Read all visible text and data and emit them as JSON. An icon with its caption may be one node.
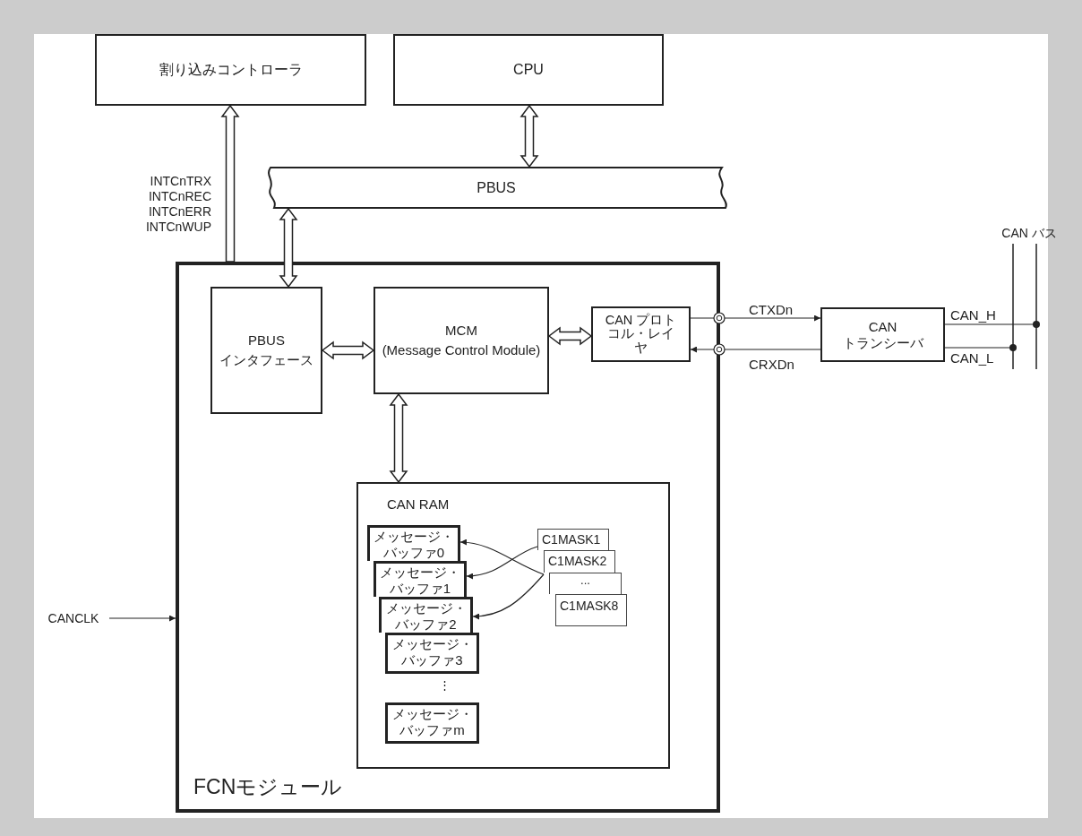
{
  "diagram": {
    "nodes": [
      {
        "text": [
          "割り込みコントローラ"
        ]
      },
      {
        "text": [
          "CPU"
        ]
      },
      {
        "text": [
          "PBUS"
        ]
      },
      {
        "text": [
          "FCNモジュール"
        ]
      },
      {
        "text": [
          "PBUS インタフェース"
        ],
        "in": 3
      },
      {
        "text": [
          "MCM",
          "(Message Control Module)"
        ],
        "in": 3
      },
      {
        "text": [
          "CAN プロトコル・レイヤ"
        ],
        "in": 3
      },
      {
        "text": [
          "CAN トランシーバ"
        ]
      },
      {
        "text": [
          "CAN RAM"
        ],
        "in": 3
      },
      {
        "text": [
          "メッセージ・バッファ0"
        ],
        "in": 8
      },
      {
        "text": [
          "メッセージ・バッファ1"
        ],
        "in": 8
      },
      {
        "text": [
          "メッセージ・バッファ2"
        ],
        "in": 8
      },
      {
        "text": [
          "メッセージ・バッファ3"
        ],
        "in": 8
      },
      {
        "text": [
          "メッセージ・バッファm"
        ],
        "in": 8
      },
      {
        "text": [
          "C1MASK1"
        ],
        "in": 8
      },
      {
        "text": [
          "C1MASK2"
        ],
        "in": 8
      },
      {
        "text": [
          "..."
        ],
        "in": 8
      },
      {
        "text": [
          "C1MASK8"
        ],
        "in": 8
      },
      {
        "text": [
          "CANCLK"
        ]
      },
      {
        "text": [
          "CAN バス"
        ]
      }
    ],
    "edges": [
      {
        "from": 3,
        "to": 0,
        "arrow": "to",
        "style": "thick"
      },
      {
        "from": 1,
        "to": 2,
        "arrow": "both",
        "style": "thick"
      },
      {
        "from": 2,
        "to": 4,
        "arrow": "both",
        "style": "thick"
      },
      {
        "from": 4,
        "to": 5,
        "arrow": "both",
        "style": "thick"
      },
      {
        "from": 5,
        "to": 6,
        "arrow": "both",
        "style": "thick"
      },
      {
        "from": 5,
        "to": 8,
        "arrow": "both",
        "style": "thick"
      },
      {
        "from": 6,
        "to": 7,
        "arrow": "to",
        "label": "CTXDn"
      },
      {
        "from": 7,
        "to": 6,
        "arrow": "to",
        "label": "CRXDn"
      },
      {
        "from": 7,
        "to": 19,
        "arrow": "other",
        "label": "CAN_H"
      },
      {
        "from": 7,
        "to": 19,
        "arrow": "other",
        "label": "CAN_L"
      },
      {
        "from": 18,
        "to": 3,
        "arrow": "to"
      },
      {
        "from": 14,
        "to": 10,
        "arrow": "to"
      },
      {
        "from": 15,
        "to": 9,
        "arrow": "to"
      },
      {
        "from": 15,
        "to": 11,
        "arrow": "to"
      }
    ],
    "labels": [
      "INTCnTRX",
      "INTCnREC",
      "INTCnERR",
      "INTCnWUP",
      "⋮"
    ]
  }
}
